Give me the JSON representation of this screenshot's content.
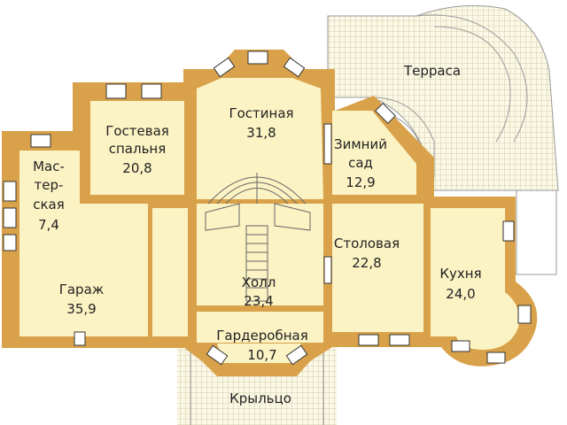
{
  "plan": {
    "rooms": [
      {
        "id": "terrace",
        "name": "Терраса"
      },
      {
        "id": "guest",
        "name": "Гостевая спальня",
        "line1": "Гостевая",
        "line2": "спальня",
        "area": "20,8"
      },
      {
        "id": "living",
        "name": "Гостиная",
        "area": "31,8"
      },
      {
        "id": "winter",
        "name": "Зимний сад",
        "line1": "Зимний",
        "line2": "сад",
        "area": "12,9"
      },
      {
        "id": "workshop",
        "name": "Мастерская",
        "line1": "Мас-",
        "line2": "тер-",
        "line3": "ская",
        "area": "7,4"
      },
      {
        "id": "dining",
        "name": "Столовая",
        "area": "22,8"
      },
      {
        "id": "kitchen",
        "name": "Кухня",
        "area": "24,0"
      },
      {
        "id": "garage",
        "name": "Гараж",
        "area": "35,9"
      },
      {
        "id": "hall",
        "name": "Холл",
        "area": "23,4"
      },
      {
        "id": "wardrobe",
        "name": "Гардеробная",
        "area": "10,7"
      },
      {
        "id": "porch",
        "name": "Крыльцо"
      }
    ]
  },
  "colors": {
    "wall": "#d9a24a",
    "floor": "#fcf3c4",
    "tile": "#c9c39a"
  }
}
